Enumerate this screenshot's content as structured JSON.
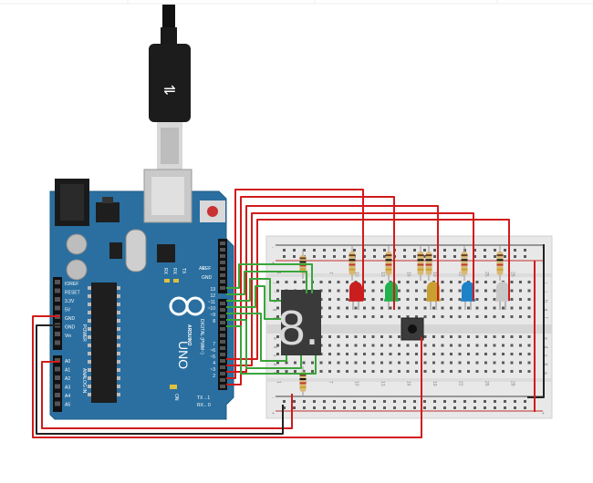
{
  "board": {
    "name": "ARDUINO",
    "model": "UNO",
    "aref": "AREF",
    "gnd_top": "GND",
    "digital_label": "DIGITAL (PWM~)",
    "tx_label": "TX",
    "rx_label": "RX",
    "l_label": "L",
    "on_label": "ON",
    "tx1": "TX→1",
    "rx0": "RX←0",
    "power_title": "POWER",
    "analog_title": "ANALOG IN",
    "power_pins": [
      "IOREF",
      "RESET",
      "3.3V",
      "5V",
      "GND",
      "GND",
      "Vin"
    ],
    "analog_pins": [
      "A0",
      "A1",
      "A2",
      "A3",
      "A4",
      "A5"
    ],
    "digital_pins": [
      "13",
      "12",
      "~11",
      "~10",
      "~9",
      "8",
      "7",
      "~6",
      "~5",
      "4",
      "~3",
      "2"
    ]
  },
  "display": {
    "digit": "8."
  },
  "breadboard": {
    "rows_top": [
      "j",
      "i",
      "h",
      "g",
      "f"
    ],
    "rows_bottom": [
      "e",
      "d",
      "c",
      "b",
      "a"
    ],
    "columns": [
      "1",
      "4",
      "7",
      "10",
      "13",
      "16",
      "19",
      "22",
      "25",
      "28"
    ],
    "plus": "+",
    "minus": "-"
  },
  "leds": [
    {
      "color": "red",
      "hex": "#c81e1e"
    },
    {
      "color": "green",
      "hex": "#22b14c"
    },
    {
      "color": "yellow",
      "hex": "#c8a032"
    },
    {
      "color": "blue",
      "hex": "#1e82c8"
    },
    {
      "color": "white",
      "hex": "#c8c8c8"
    }
  ],
  "colors": {
    "arduino": "#2a6fa0",
    "wire_red": "#d11b1b",
    "wire_green": "#3aa53a",
    "wire_black": "#222222",
    "breadboard": "#e8e8e8"
  }
}
